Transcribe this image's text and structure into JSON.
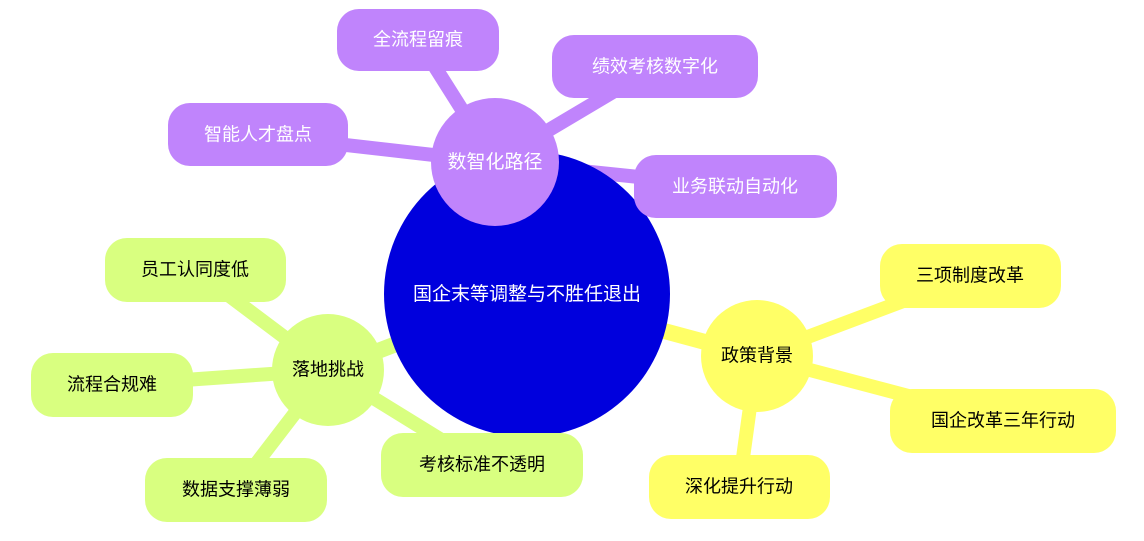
{
  "mindmap": {
    "root": {
      "label": "国企末等调整与不胜任退出",
      "color": "#0000dd",
      "text_color": "#ffffff"
    },
    "branches": [
      {
        "id": "digital",
        "label": "数智化路径",
        "color": "#c084fc",
        "text_color": "#ffffff",
        "children": [
          "全流程留痕",
          "绩效考核数字化",
          "智能人才盘点",
          "业务联动自动化"
        ]
      },
      {
        "id": "policy",
        "label": "政策背景",
        "color": "#ffff66",
        "text_color": "#000000",
        "children": [
          "三项制度改革",
          "国企改革三年行动",
          "深化提升行动"
        ]
      },
      {
        "id": "challenges",
        "label": "落地挑战",
        "color": "#d9ff80",
        "text_color": "#000000",
        "children": [
          "员工认同度低",
          "流程合规难",
          "数据支撑薄弱",
          "考核标准不透明"
        ]
      }
    ]
  }
}
